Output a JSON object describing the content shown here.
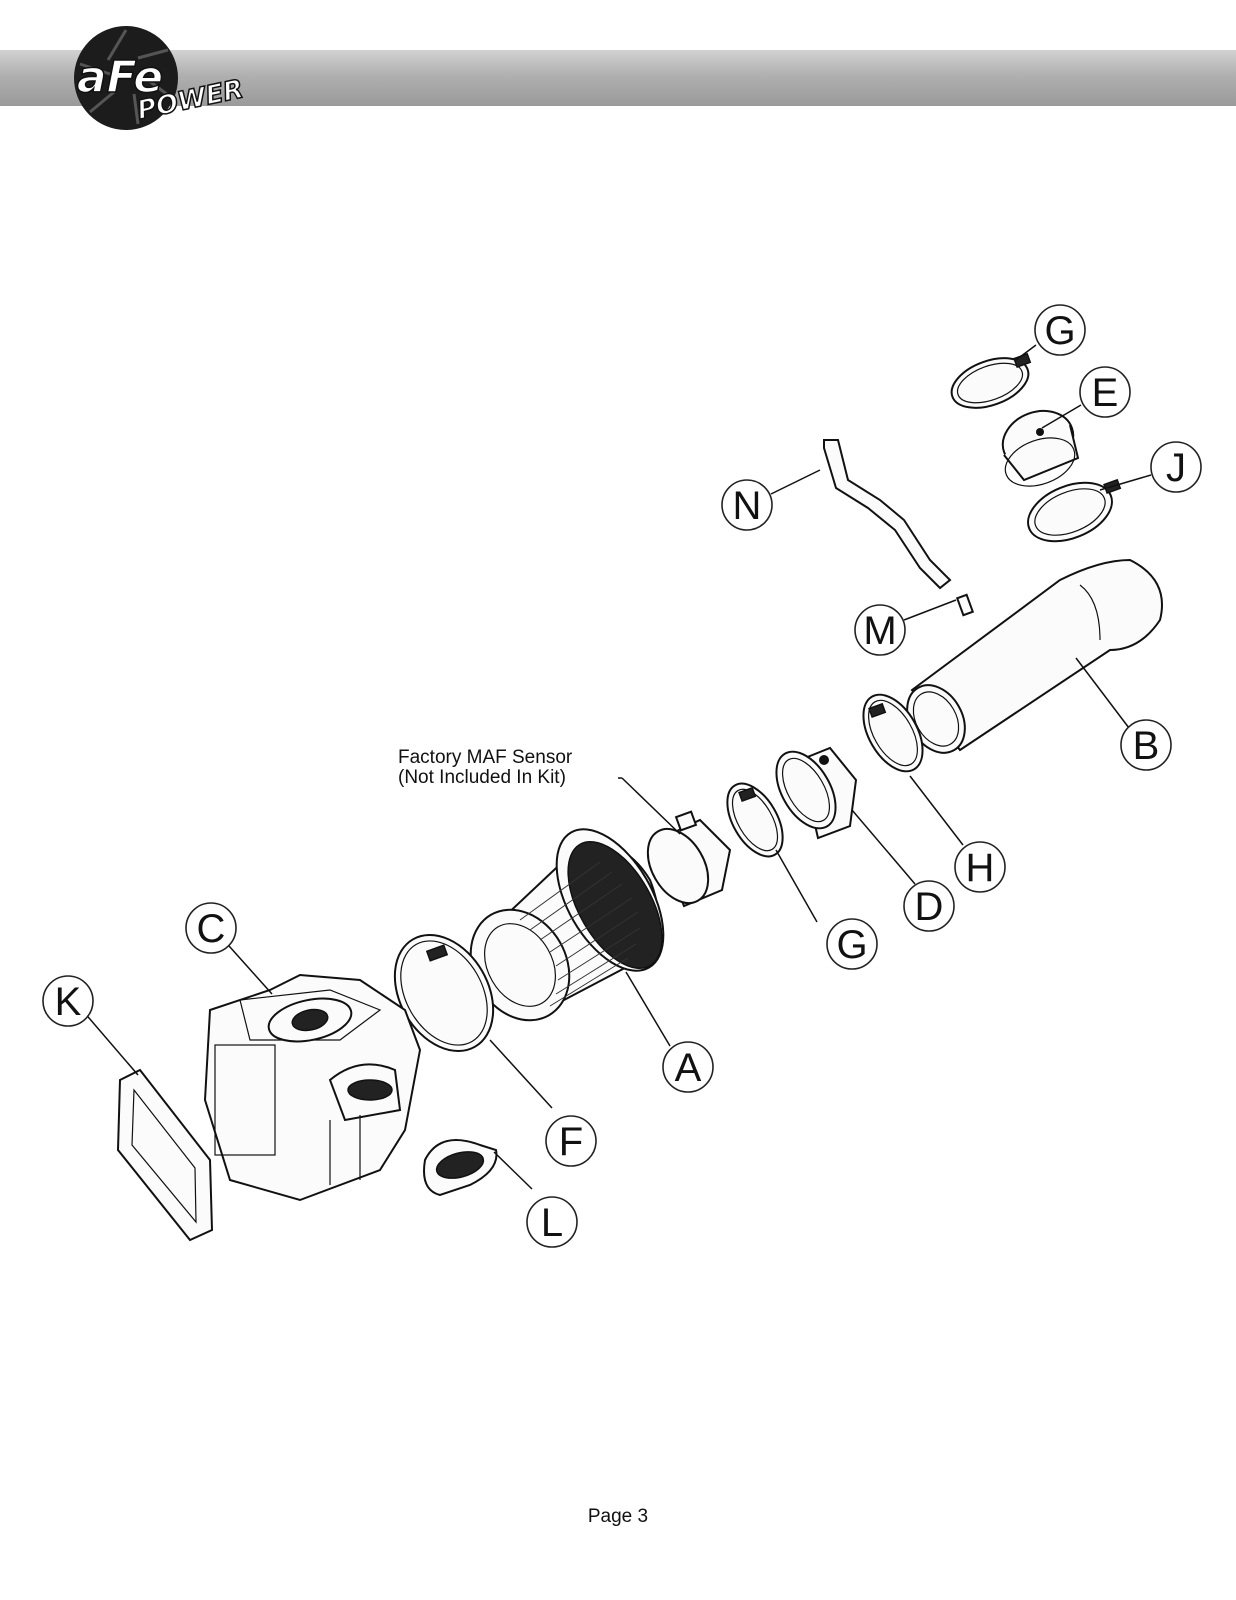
{
  "header": {
    "logo": {
      "icon": "afe-power-logo",
      "brand": "aFe",
      "sub": "POWER"
    }
  },
  "callouts": [
    {
      "id": "G-top",
      "letter": "G"
    },
    {
      "id": "E",
      "letter": "E"
    },
    {
      "id": "J",
      "letter": "J"
    },
    {
      "id": "N",
      "letter": "N"
    },
    {
      "id": "M",
      "letter": "M"
    },
    {
      "id": "B",
      "letter": "B"
    },
    {
      "id": "H",
      "letter": "H"
    },
    {
      "id": "D",
      "letter": "D"
    },
    {
      "id": "G-mid",
      "letter": "G"
    },
    {
      "id": "A",
      "letter": "A"
    },
    {
      "id": "C",
      "letter": "C"
    },
    {
      "id": "K",
      "letter": "K"
    },
    {
      "id": "F",
      "letter": "F"
    },
    {
      "id": "L",
      "letter": "L"
    }
  ],
  "note": {
    "line1": "Factory MAF Sensor",
    "line2": "(Not Included In Kit)"
  },
  "footer": {
    "page": "Page 3"
  }
}
